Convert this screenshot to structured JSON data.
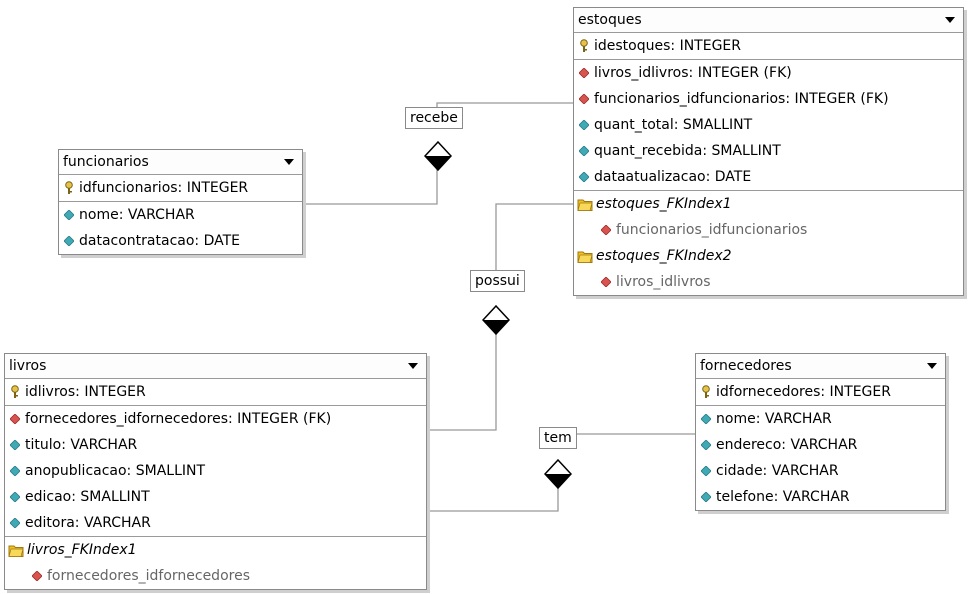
{
  "entities": {
    "funcionarios": {
      "title": "funcionarios",
      "pk": "idfuncionarios: INTEGER",
      "attrs": [
        "nome: VARCHAR",
        "datacontratacao: DATE"
      ]
    },
    "estoques": {
      "title": "estoques",
      "pk": "idestoques: INTEGER",
      "fks": [
        "livros_idlivros: INTEGER (FK)",
        "funcionarios_idfuncionarios: INTEGER (FK)"
      ],
      "attrs": [
        "quant_total: SMALLINT",
        "quant_recebida: SMALLINT",
        "dataatualizacao: DATE"
      ],
      "indexes": [
        {
          "name": "estoques_FKIndex1",
          "column": "funcionarios_idfuncionarios"
        },
        {
          "name": "estoques_FKIndex2",
          "column": "livros_idlivros"
        }
      ]
    },
    "livros": {
      "title": "livros",
      "pk": "idlivros: INTEGER",
      "fks": [
        "fornecedores_idfornecedores: INTEGER (FK)"
      ],
      "attrs": [
        "titulo: VARCHAR",
        "anopublicacao: SMALLINT",
        "edicao: SMALLINT",
        "editora: VARCHAR"
      ],
      "indexes": [
        {
          "name": "livros_FKIndex1",
          "column": "fornecedores_idfornecedores"
        }
      ]
    },
    "fornecedores": {
      "title": "fornecedores",
      "pk": "idfornecedores: INTEGER",
      "attrs": [
        "nome: VARCHAR",
        "endereco: VARCHAR",
        "cidade: VARCHAR",
        "telefone: VARCHAR"
      ]
    }
  },
  "relationships": {
    "recebe": "recebe",
    "possui": "possui",
    "tem": "tem"
  },
  "icons": {
    "pk": "key-icon",
    "fk": "red-diamond-icon",
    "attr": "cyan-diamond-icon",
    "index": "folder-icon",
    "colors": {
      "fk": "#d9534f",
      "attr": "#3fa9b5",
      "folder": "#f0c020"
    }
  }
}
